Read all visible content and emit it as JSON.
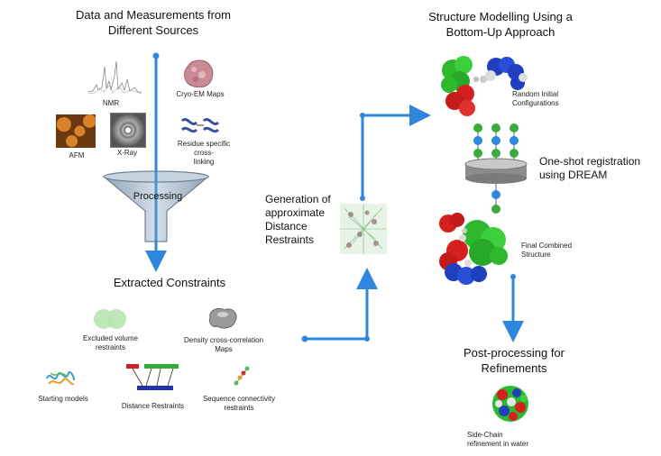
{
  "headers": {
    "sources": [
      "Data and Measurements from",
      "Different Sources"
    ],
    "modelling": [
      "Structure Modelling Using a",
      "Bottom-Up Approach"
    ],
    "extracted": "Extracted Constraints",
    "generation": [
      "Generation of",
      "approximate",
      "Distance",
      "Restraints"
    ],
    "registration": [
      "One-shot registration",
      "using DREAM"
    ],
    "postprocessing": [
      "Post-processing for",
      "Refinements"
    ]
  },
  "sources": {
    "nmr": "NMR",
    "cryoem": "Cryo-EM Maps",
    "afm": "AFM",
    "xray": "X-Ray",
    "crosslinking": [
      "Residue specific cross-",
      "linking"
    ],
    "funnel_label": "Processing"
  },
  "constraints": {
    "excluded_volume": [
      "Excluded volume",
      "restraints"
    ],
    "density": [
      "Density cross-correlation",
      "Maps"
    ],
    "starting_models": "Starting models",
    "distance": "Distance Restraints",
    "sequence": [
      "Sequence connectivity",
      "restraints"
    ]
  },
  "modelling": {
    "random_initial": [
      "Random Initial",
      "Configurations"
    ],
    "final_combined": [
      "Final Combined",
      "Structure"
    ],
    "side_chain": [
      "Side-Chain",
      "refinement in water"
    ]
  },
  "colors": {
    "arrow": "#2e86de",
    "funnel": "#a9b9c9",
    "protein_green": "#2eb82e",
    "protein_red": "#d62020",
    "protein_blue": "#1f3fbf"
  }
}
